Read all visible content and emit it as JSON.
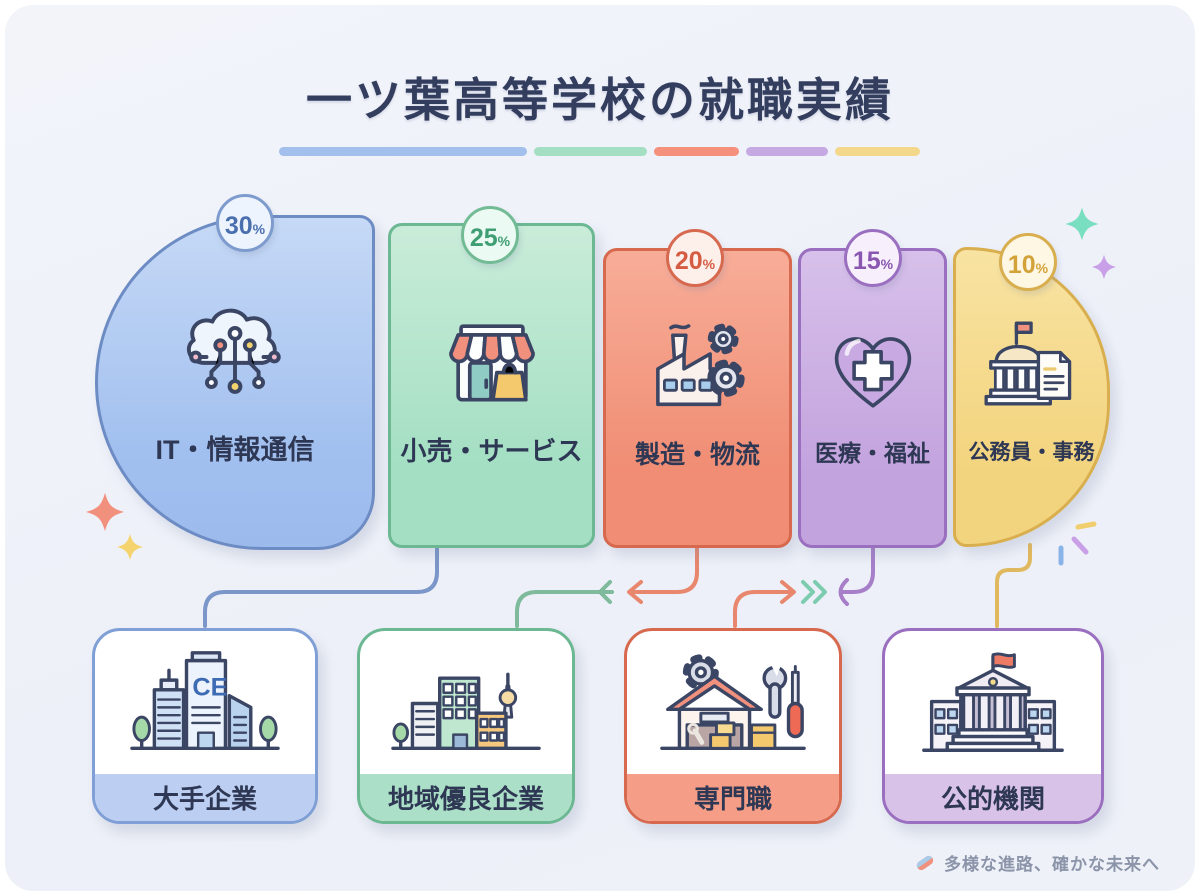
{
  "title": "一ツ葉高等学校の就職実績",
  "unit": "%",
  "industries": [
    {
      "label": "IT・情報通信",
      "percent": "30",
      "icon": "cloud-network-icon",
      "color": "#9dbdee"
    },
    {
      "label": "小売・サービス",
      "percent": "25",
      "icon": "storefront-icon",
      "color": "#a4dfc3"
    },
    {
      "label": "製造・物流",
      "percent": "20",
      "icon": "factory-gears-icon",
      "color": "#f08d74"
    },
    {
      "label": "医療・福祉",
      "percent": "15",
      "icon": "heart-cross-icon",
      "color": "#c3a3de"
    },
    {
      "label": "公務員・事務",
      "percent": "10",
      "icon": "government-dome-icon",
      "color": "#f3d47e"
    }
  ],
  "destinations": [
    {
      "label": "大手企業",
      "icon": "office-buildings-icon",
      "logo_text": "CE",
      "color": "#7f9fd6"
    },
    {
      "label": "地域優良企業",
      "icon": "city-buildings-icon",
      "color": "#6cb893"
    },
    {
      "label": "専門職",
      "icon": "workshop-tools-icon",
      "color": "#d7694f"
    },
    {
      "label": "公的機関",
      "icon": "public-building-icon",
      "color": "#9a6fc0"
    }
  ],
  "tagline": "多様な進路、確かな未来へ",
  "palette": {
    "background": "#eef1f8",
    "title_text": "#333d5e",
    "label_text": "#2e3854",
    "underline_segments": [
      "#a3c0ec",
      "#a5dfc3",
      "#f4907b",
      "#c5a9e3",
      "#f3d88c"
    ],
    "tagline_text": "#8b94a9"
  },
  "chart_data": {
    "type": "bar",
    "title": "一ツ葉高等学校の就職実績",
    "categories": [
      "IT・情報通信",
      "小売・サービス",
      "製造・物流",
      "医療・福祉",
      "公務員・事務"
    ],
    "values": [
      30,
      25,
      20,
      15,
      10
    ],
    "unit": "%",
    "legend_position": "none",
    "annotations": [
      "大手企業",
      "地域優良企業",
      "専門職",
      "公的機関",
      "多様な進路、確かな未来へ"
    ]
  }
}
